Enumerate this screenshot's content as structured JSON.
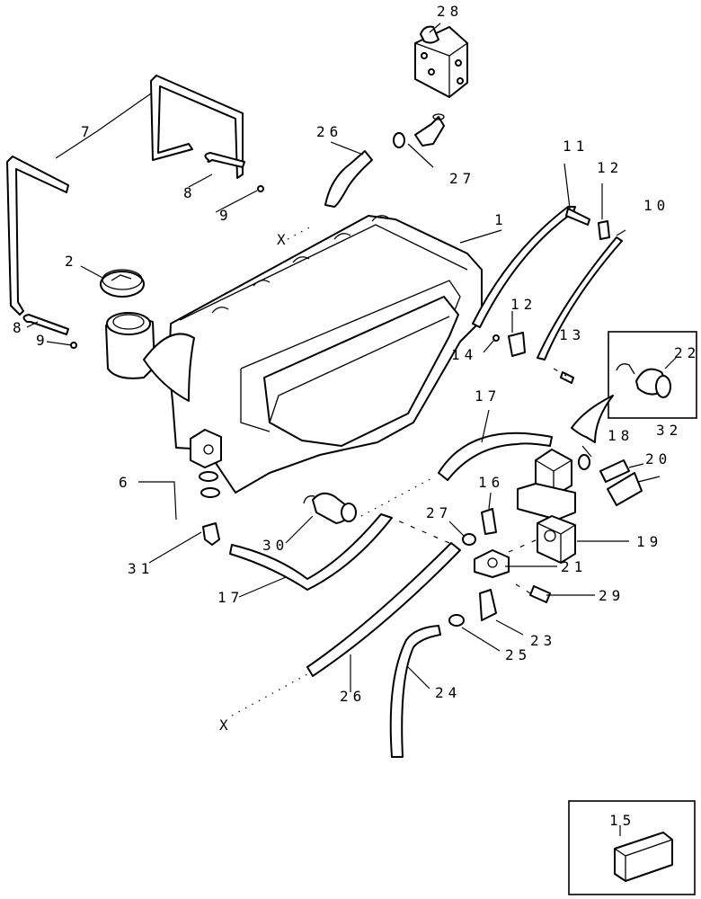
{
  "callouts": {
    "c1": "1",
    "c2": "2",
    "c6": "6",
    "c7": "7",
    "c8a": "8",
    "c8b": "8",
    "c9a": "9",
    "c9b": "9",
    "c10": "10",
    "c11": "11",
    "c12a": "12",
    "c12b": "12",
    "c13": "13",
    "c14": "14",
    "c15": "15",
    "c16": "16",
    "c17a": "17",
    "c17b": "17",
    "c18": "18",
    "c19": "19",
    "c20": "20",
    "c21": "21",
    "c22": "22",
    "c23": "23",
    "c24": "24",
    "c25": "25",
    "c26a": "26",
    "c26b": "26",
    "c27a": "27",
    "c27b": "27",
    "c28": "28",
    "c29": "29",
    "c30": "30",
    "c31": "31",
    "c32": "32",
    "xa": "X",
    "xb": "X"
  }
}
